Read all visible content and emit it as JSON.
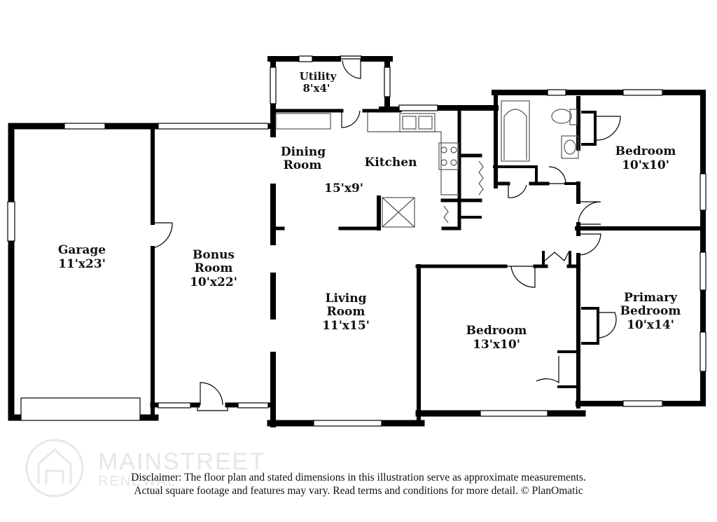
{
  "rooms": {
    "utility": {
      "name": "Utility",
      "dims": "8'x4'"
    },
    "dining": {
      "name1": "Dining",
      "name2": "Room"
    },
    "kitchen": {
      "name": "Kitchen",
      "dims": "15'x9'"
    },
    "garage": {
      "name": "Garage",
      "dims": "11'x23'"
    },
    "bonus": {
      "name1": "Bonus",
      "name2": "Room",
      "dims": "10'x22'"
    },
    "living": {
      "name1": "Living",
      "name2": "Room",
      "dims": "11'x15'"
    },
    "bedroom_ne": {
      "name": "Bedroom",
      "dims": "10'x10'"
    },
    "bedroom_mid": {
      "name": "Bedroom",
      "dims": "13'x10'"
    },
    "primary": {
      "name1": "Primary",
      "name2": "Bedroom",
      "dims": "10'x14'"
    }
  },
  "watermark": {
    "brand": "MAINSTREET",
    "sub": "RENEWAL"
  },
  "disclaimer": {
    "line1": "Disclaimer: The floor plan and stated dimensions in this illustration serve as approximate measurements.",
    "line2": "Actual square footage and features may vary. Read terms and conditions for more detail. © PlanOmatic"
  },
  "colors": {
    "wall": "#000000",
    "fixture": "#555555",
    "watermark": "#e6e6e6"
  }
}
